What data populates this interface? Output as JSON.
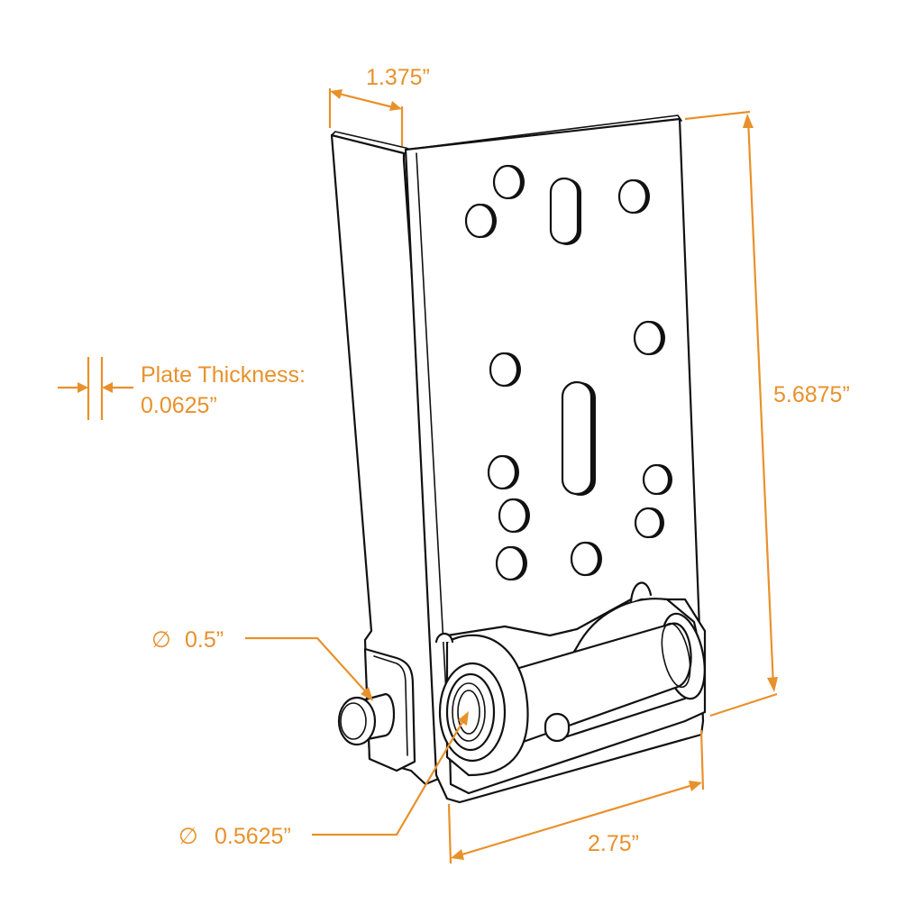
{
  "dimensions": {
    "flange_width": "1.375”",
    "height": "5.6875”",
    "width": "2.75”",
    "plate_thickness_label": "Plate Thickness:",
    "plate_thickness_value": "0.0625”",
    "pin_diameter": "0.5”",
    "bore_diameter": "0.5625”"
  },
  "symbols": {
    "diameter": "∅"
  },
  "colors": {
    "dimension": "#e8912b",
    "outline": "#111111",
    "background": "#ffffff"
  }
}
